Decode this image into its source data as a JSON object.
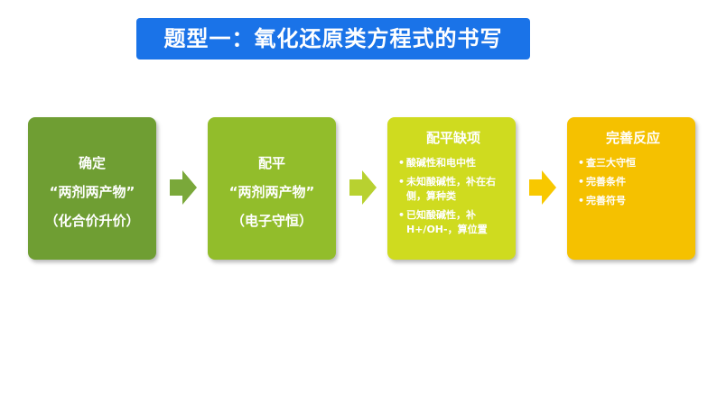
{
  "title": "题型一：氧化还原类方程式的书写",
  "colors": {
    "title_bg": "#1a73e8",
    "step1": "#6f9e33",
    "step2": "#92bd2b",
    "step3": "#cfdb1f",
    "step4": "#f5c100",
    "arrow1": "#7aa83a",
    "arrow2": "#b8d130",
    "arrow3": "#f8c800"
  },
  "steps": [
    {
      "lines": [
        "确定",
        "“两剂两产物”",
        "（化合价升价）"
      ]
    },
    {
      "lines": [
        "配平",
        "“两剂两产物”",
        "（电子守恒）"
      ]
    },
    {
      "title": "配平缺项",
      "bullet": "•",
      "items": [
        "酸碱性和电中性",
        "未知酸碱性，补在右侧，算种类",
        "已知酸碱性，补H+/OH-，算位置"
      ]
    },
    {
      "title": "完善反应",
      "bullet": "•",
      "items": [
        "查三大守恒",
        "完善条件",
        "完善符号"
      ]
    }
  ]
}
